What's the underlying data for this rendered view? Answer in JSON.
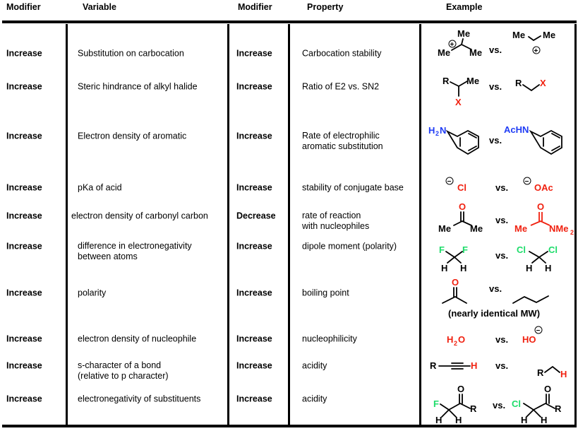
{
  "headers": {
    "modifier1": "Modifier",
    "variable": "Variable",
    "modifier2": "Modifier",
    "property": "Property",
    "example": "Example"
  },
  "rows": [
    {
      "modifier1": "Increase",
      "variable": "Substitution on carbocation",
      "modifier2": "Increase",
      "property": "Carbocation stability"
    },
    {
      "modifier1": "Increase",
      "variable": "Steric hindrance of alkyl halide",
      "modifier2": "Increase",
      "property": "Ratio of E2 vs. SN2"
    },
    {
      "modifier1": "Increase",
      "variable": "Electron density of aromatic",
      "modifier2": "Increase",
      "property": "Rate of electrophilic",
      "property2": "aromatic substitution"
    },
    {
      "modifier1": "Increase",
      "variable": "pKa of acid",
      "modifier2": "Increase",
      "property": "stability of conjugate base"
    },
    {
      "modifier1": "Increase",
      "variable": "electron density of carbonyl carbon",
      "modifier2": "Decrease",
      "property": "rate of reaction",
      "property2": "with nucleophiles"
    },
    {
      "modifier1": "Increase",
      "variable": "difference in electronegativity",
      "variable2": "between atoms",
      "modifier2": "Increase",
      "property": "dipole moment (polarity)"
    },
    {
      "modifier1": "Increase",
      "variable": "polarity",
      "modifier2": "Increase",
      "property": "boiling point"
    },
    {
      "modifier1": "Increase",
      "variable": "electron density of nucleophile",
      "modifier2": "Increase",
      "property": "nucleophilicity"
    },
    {
      "modifier1": "Increase",
      "variable": "s-character of a bond",
      "variable2": "(relative to p character)",
      "modifier2": "Increase",
      "property": "acidity"
    },
    {
      "modifier1": "Increase",
      "variable": "electronegativity of substituents",
      "modifier2": "Increase",
      "property": "acidity"
    }
  ],
  "examples": {
    "vs": "vs.",
    "me": "Me",
    "r": "R",
    "x": "X",
    "h": "H",
    "o": "O",
    "f": "F",
    "cl": "Cl",
    "h2n": "H",
    "h2n_sub": "2",
    "h2n_n": "N",
    "achn": "AcHN",
    "oac": "OAc",
    "nme": "NMe",
    "nme_sub": "2",
    "h2o_h": "H",
    "h2o_sub": "2",
    "h2o_o": "O",
    "ho": "HO",
    "plus": "+",
    "minus": "−",
    "note": "(nearly identical MW)"
  },
  "colors": {
    "heteroatom_red": "#f0200f",
    "nitrogen_blue": "#1f3cf5",
    "halogen_green": "#1ddc6a"
  }
}
